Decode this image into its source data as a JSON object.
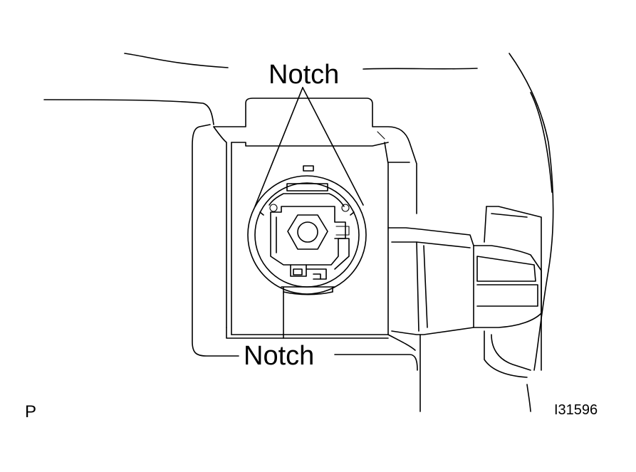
{
  "callouts": {
    "top_label": "Notch",
    "bottom_label": "Notch"
  },
  "corner_marks": {
    "page_letter": "P",
    "figure_id": "I31596"
  }
}
